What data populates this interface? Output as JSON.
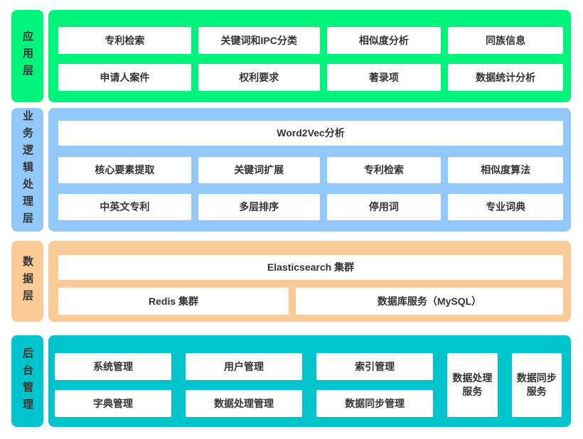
{
  "colors": {
    "application_layer": "#00F47C",
    "business_layer": "#92C9FA",
    "data_layer": "#FBCB97",
    "admin_layer": "#00C4CC",
    "box_background": "#FFFFFF",
    "text": "#333333"
  },
  "layers": [
    {
      "label": "应用层",
      "boxes": [
        [
          "专利检索",
          "关键词和IPC分类",
          "相似度分析",
          "同族信息"
        ],
        [
          "申请人案件",
          "权利要求",
          "著录项",
          "数据统计分析"
        ]
      ]
    },
    {
      "label": "业务逻辑处理层",
      "banner": "Word2Vec分析",
      "boxes": [
        [
          "核心要素提取",
          "关键词扩展",
          "专利检索",
          "相似度算法"
        ],
        [
          "中英文专利",
          "多层排序",
          "停用词",
          "专业词典"
        ]
      ]
    },
    {
      "label": "数据层",
      "banner": "Elasticsearch 集群",
      "boxes": [
        [
          "Redis 集群",
          "数据库服务（MySQL）"
        ]
      ]
    },
    {
      "label": "后台管理",
      "boxes": [
        [
          "系统管理",
          "用户管理",
          "索引管理"
        ],
        [
          "字典管理",
          "数据处理管理",
          "数据同步管理"
        ]
      ],
      "tall_boxes": [
        "数据处理服务",
        "数据同步服务"
      ]
    }
  ]
}
